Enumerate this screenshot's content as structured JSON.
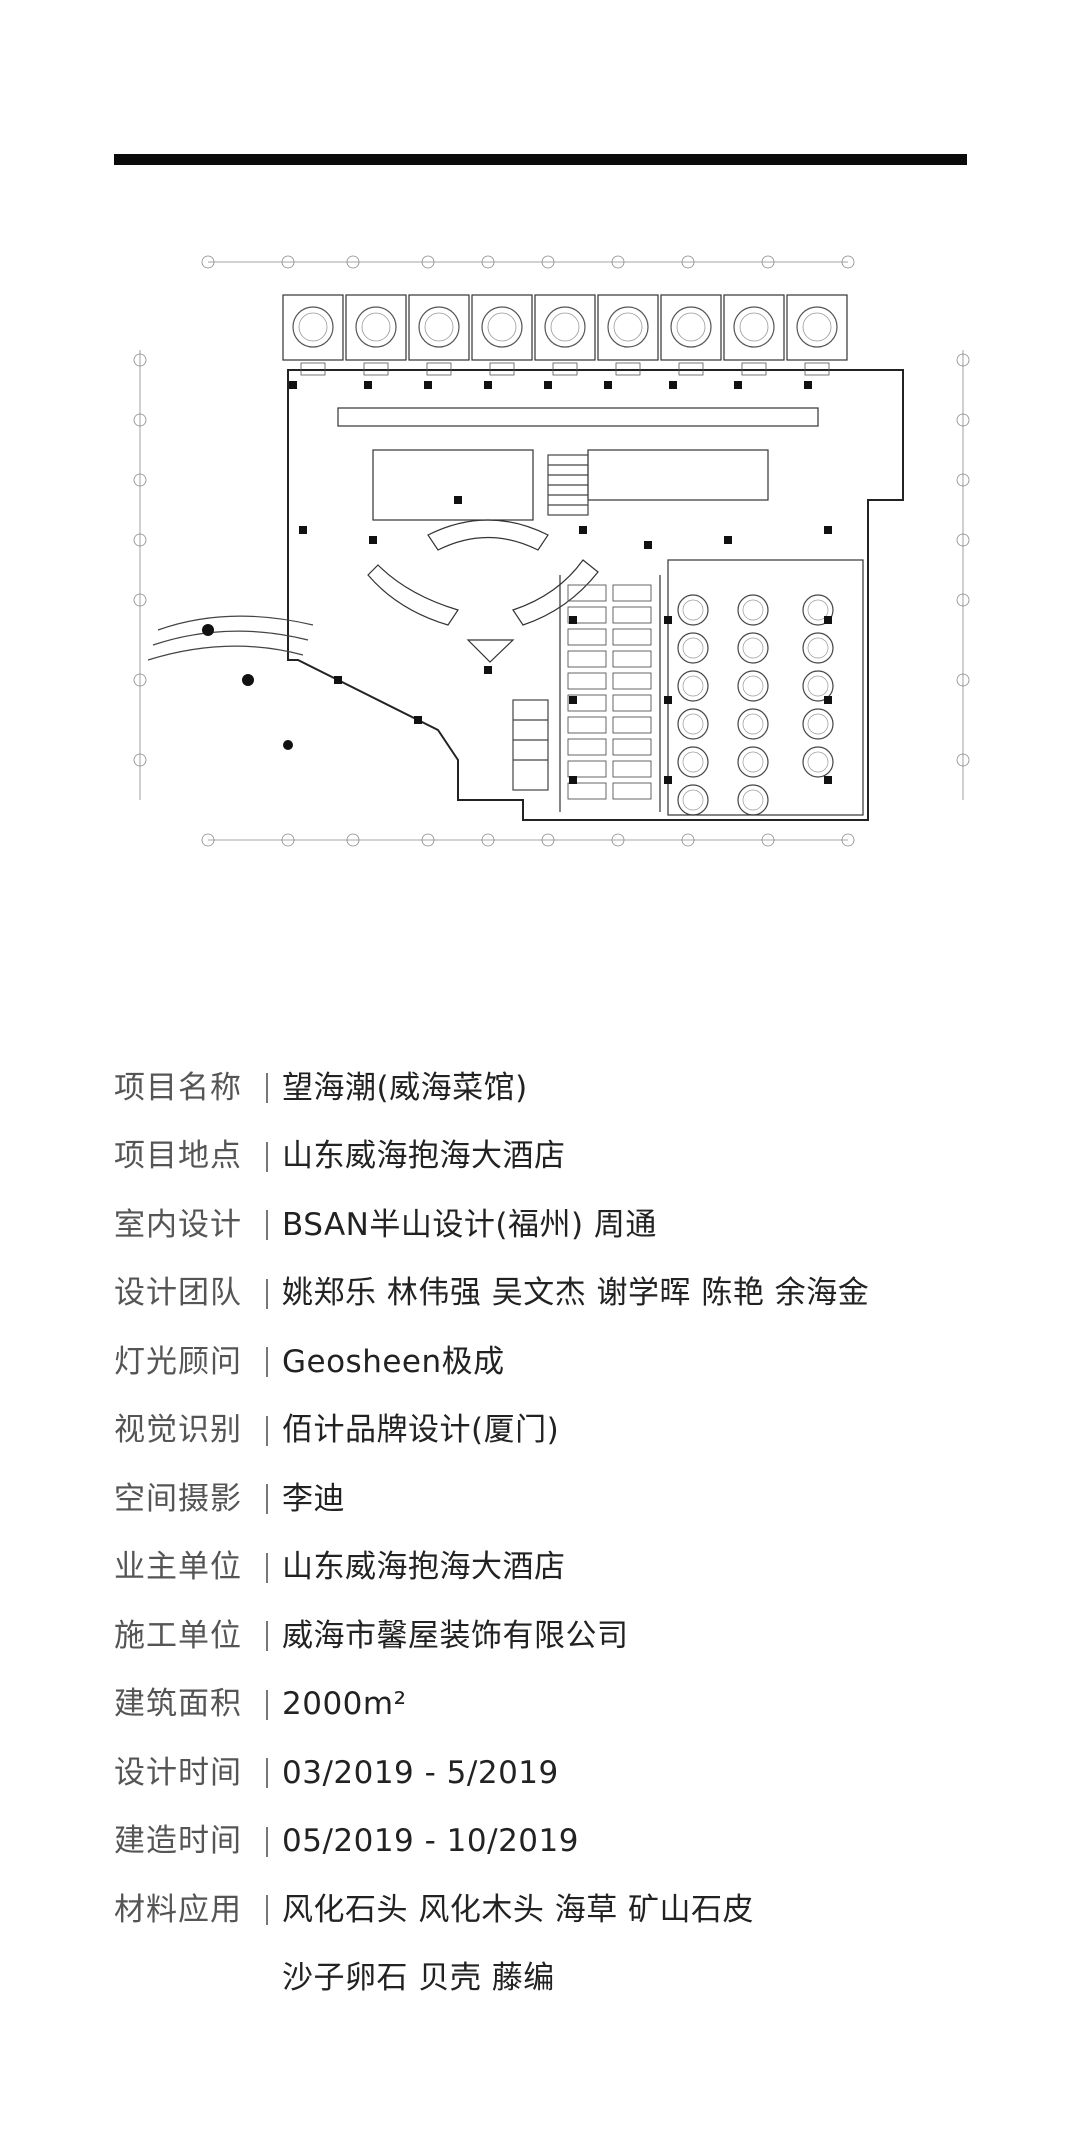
{
  "project_info": [
    {
      "label": "项目名称",
      "value": "望海潮(威海菜馆)"
    },
    {
      "label": "项目地点",
      "value": "山东威海抱海大酒店"
    },
    {
      "label": "室内设计",
      "value": "BSAN半山设计(福州) 周通"
    },
    {
      "label": "设计团队",
      "value": "姚郑乐  林伟强  吴文杰  谢学晖  陈艳  余海金"
    },
    {
      "label": "灯光顾问",
      "value": "Geosheen极成"
    },
    {
      "label": "视觉识别",
      "value": "佰计品牌设计(厦门)"
    },
    {
      "label": "空间摄影",
      "value": "李迪"
    },
    {
      "label": "业主单位",
      "value": "山东威海抱海大酒店"
    },
    {
      "label": "施工单位",
      "value": "威海市馨屋装饰有限公司"
    },
    {
      "label": "建筑面积",
      "value": "2000m²"
    },
    {
      "label": "设计时间",
      "value": "03/2019 - 5/2019"
    },
    {
      "label": "建造时间",
      "value": "05/2019 - 10/2019"
    },
    {
      "label": "材料应用",
      "value": "风化石头  风化木头  海草  矿山石皮"
    }
  ],
  "materials_continued": "沙子卵石  贝壳  藤编",
  "colors": {
    "rule": "#0a0a0a",
    "label": "#555555",
    "value": "#222222",
    "line": "#333333"
  }
}
